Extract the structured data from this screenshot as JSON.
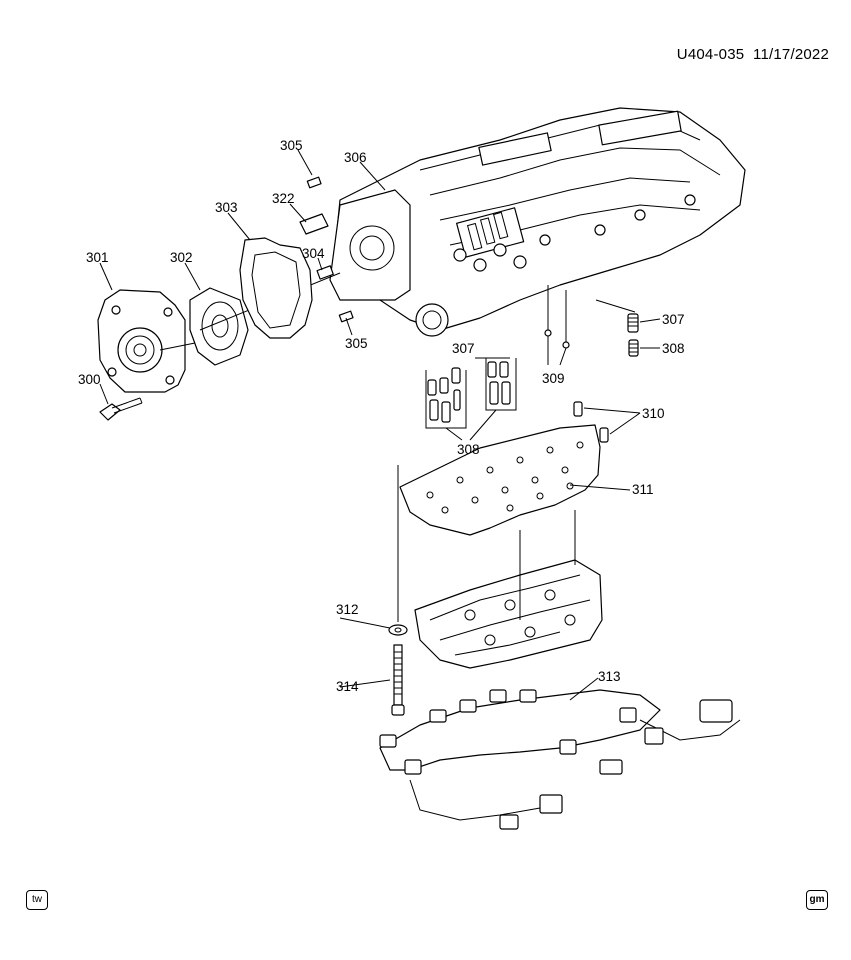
{
  "header": {
    "code": "U404-035",
    "date": "11/17/2022"
  },
  "callouts": {
    "c300": "300",
    "c301": "301",
    "c302": "302",
    "c303": "303",
    "c304": "304",
    "c305a": "305",
    "c305b": "305",
    "c306": "306",
    "c307a": "307",
    "c307b": "307",
    "c308a": "308",
    "c308b": "308",
    "c309": "309",
    "c310": "310",
    "c311": "311",
    "c312": "312",
    "c313": "313",
    "c314": "314",
    "c322": "322"
  },
  "logos": {
    "left": "tw",
    "right": "gm"
  }
}
